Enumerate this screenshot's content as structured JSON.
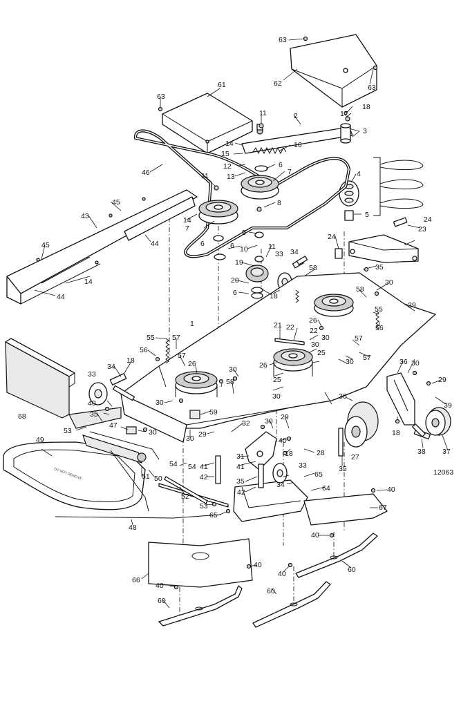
{
  "figure_code": "12063",
  "deflector_stencil": "DO NOT REMOVE",
  "callouts": [
    "1",
    "2",
    "3",
    "4",
    "5",
    "6",
    "7",
    "8",
    "9",
    "10",
    "11",
    "12",
    "13",
    "14",
    "15",
    "16",
    "17",
    "18",
    "19",
    "20",
    "21",
    "22",
    "23",
    "24",
    "25",
    "26",
    "27",
    "28",
    "29",
    "30",
    "31",
    "32",
    "33",
    "34",
    "35",
    "36",
    "37",
    "38",
    "39",
    "40",
    "41",
    "42",
    "43",
    "44",
    "45",
    "46",
    "47",
    "48",
    "49",
    "50",
    "51",
    "52",
    "53",
    "54",
    "55",
    "56",
    "57",
    "58",
    "59",
    "60",
    "61",
    "62",
    "63",
    "64",
    "65",
    "66",
    "67",
    "68"
  ]
}
